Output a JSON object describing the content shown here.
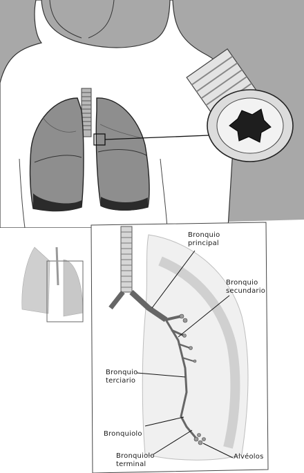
{
  "figure": {
    "labels": {
      "bronquio_principal": "Bronquio\nprincipal",
      "bronquio_secundario": "Bronquio\nsecundario",
      "bronquio_terciario": "Bronquio\nterciario",
      "bronquiolo": "Bronquiolo",
      "bronquiolo_terminal": "Bronquiolo\nterminal",
      "alveolos": "Alvéolos"
    },
    "colors": {
      "background_top": "#a9a9a9",
      "body_silhouette": "#ffffff",
      "lung_tissue": "#8c8c8c",
      "lung_shadow": "#2e2e2e",
      "bronchus_section": "#d9d9d9",
      "outline": "#222222"
    }
  }
}
